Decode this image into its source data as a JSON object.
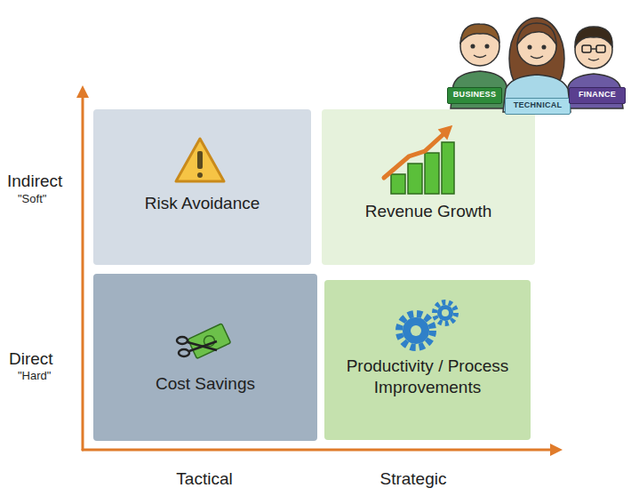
{
  "diagram": {
    "nodes": [
      {
        "text": [
          "BUSINESS"
        ]
      },
      {
        "text": [
          "TECHNICAL"
        ]
      },
      {
        "text": [
          "FINANCE"
        ]
      },
      {
        "text": [
          "Risk Avoidance"
        ]
      },
      {
        "text": [
          "Revenue Growth"
        ]
      },
      {
        "text": [
          "Cost Savings"
        ]
      },
      {
        "text": [
          "Productivity / Process Improvements"
        ]
      }
    ],
    "labels": [
      "Indirect",
      "\"Soft\"",
      "Direct",
      "\"Hard\"",
      "Tactical",
      "Strategic"
    ]
  }
}
